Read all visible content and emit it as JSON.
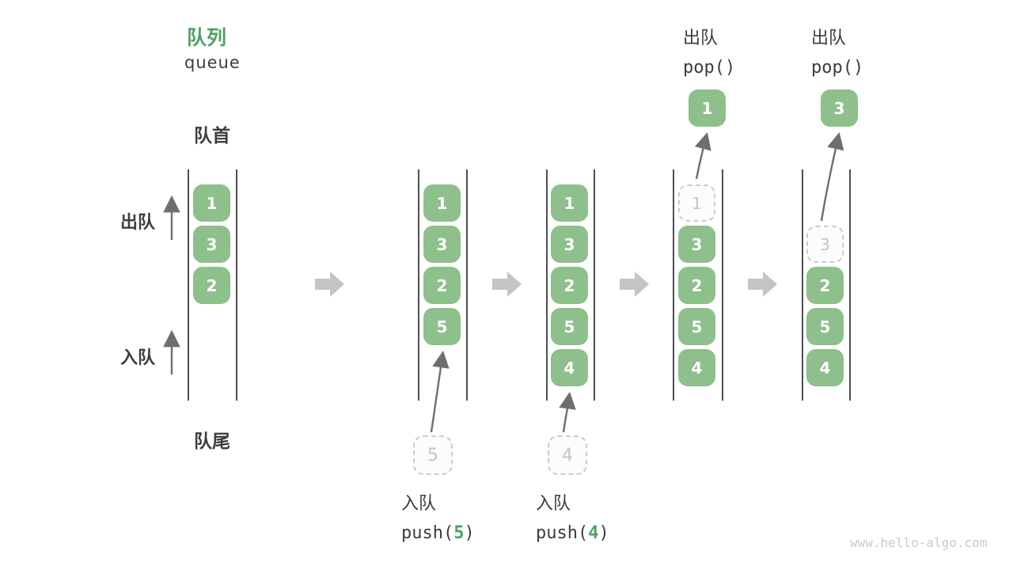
{
  "title": {
    "zh": "队列",
    "en": "queue"
  },
  "labels": {
    "front": "队首",
    "rear": "队尾",
    "dequeue_side": "出队",
    "enqueue_side": "入队"
  },
  "states": [
    {
      "boxes": [
        "1",
        "3",
        "2"
      ]
    },
    {
      "boxes": [
        "1",
        "3",
        "2",
        "5"
      ],
      "incoming": "5"
    },
    {
      "boxes": [
        "1",
        "3",
        "2",
        "5",
        "4"
      ],
      "incoming": "4"
    },
    {
      "ghost": "1",
      "boxes": [
        "3",
        "2",
        "5",
        "4"
      ],
      "popped": "1"
    },
    {
      "ghost": "3",
      "boxes": [
        "2",
        "5",
        "4"
      ],
      "popped": "3"
    }
  ],
  "operations": {
    "pop_first": {
      "label": "出队",
      "code": "pop()"
    },
    "pop_second": {
      "label": "出队",
      "code": "pop()"
    },
    "push_first": {
      "label": "入队",
      "code_pre": "push(",
      "arg": "5",
      "code_post": ")"
    },
    "push_second": {
      "label": "入队",
      "code_pre": "push(",
      "arg": "4",
      "code_post": ")"
    }
  },
  "watermark": "www.hello-algo.com",
  "colors": {
    "green_box": "#8dc08a",
    "accent_green": "#4ca163",
    "text": "#3d3d3d",
    "block_arrow": "#c4c4c4",
    "wall_line": "#4f4f4f",
    "thin_arrow": "#6e6e6e",
    "ghost_border": "#cccccc",
    "ghost_text": "#c4c4c4",
    "watermark_gray": "#c9c9c9"
  }
}
